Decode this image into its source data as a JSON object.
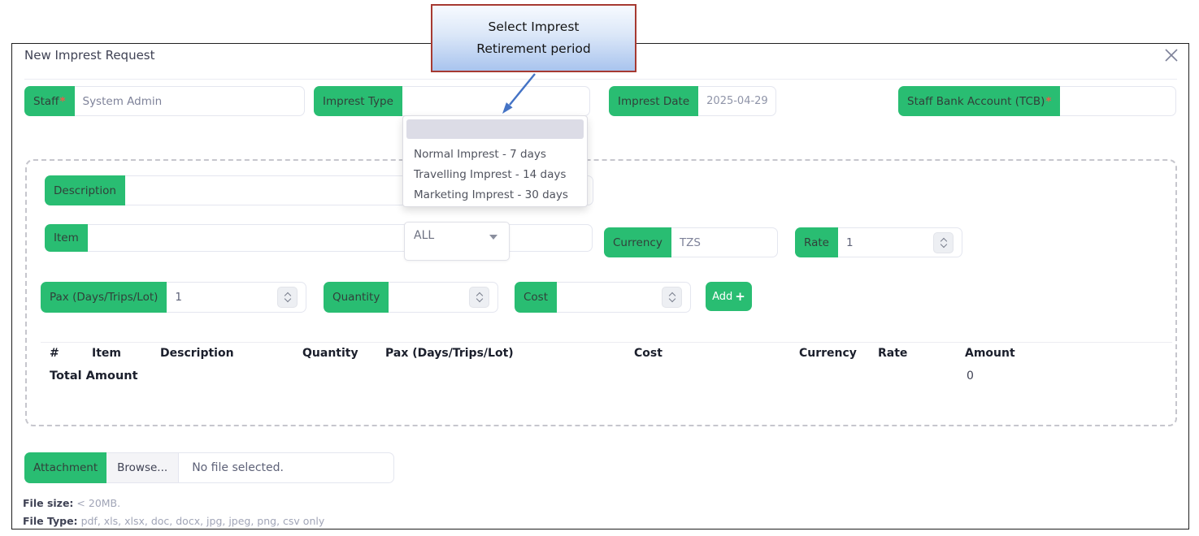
{
  "callout": {
    "line1": "Select Imprest",
    "line2": "Retirement period"
  },
  "modal": {
    "title": "New Imprest Request"
  },
  "fields": {
    "staff": {
      "label": "Staff",
      "required": "*",
      "value": "System Admin"
    },
    "imprest_type": {
      "label": "Imprest Type",
      "value": ""
    },
    "imprest_date": {
      "label": "Imprest Date",
      "value": "2025-04-29"
    },
    "bank_account": {
      "label": "Staff Bank Account (TCB)",
      "required": "*",
      "value": ""
    },
    "description": {
      "label": "Description",
      "value": ""
    },
    "item": {
      "label": "Item",
      "value": "",
      "filter_value": "ALL"
    },
    "currency": {
      "label": "Currency",
      "value": "TZS"
    },
    "rate": {
      "label": "Rate",
      "value": "1"
    },
    "pax": {
      "label": "Pax (Days/Trips/Lot)",
      "value": "1"
    },
    "quantity": {
      "label": "Quantity",
      "value": ""
    },
    "cost": {
      "label": "Cost",
      "value": ""
    }
  },
  "dropdown": {
    "options": [
      "",
      "Normal Imprest - 7 days",
      "Travelling Imprest - 14 days",
      "Marketing Imprest - 30 days"
    ]
  },
  "buttons": {
    "add_label": "Add",
    "add_plus": "+"
  },
  "table": {
    "headers": [
      "#",
      "Item",
      "Description",
      "Quantity",
      "Pax (Days/Trips/Lot)",
      "Cost",
      "Currency",
      "Rate",
      "Amount"
    ],
    "total_label": "Total Amount",
    "total_value": "0"
  },
  "attachment": {
    "label": "Attachment",
    "browse_label": "Browse...",
    "file_status": "No file selected."
  },
  "notes": {
    "file_size_label": "File size:",
    "file_size_value": "< 20MB.",
    "file_type_label": "File Type:",
    "file_type_value": "pdf, xls, xlsx, doc, docx, jpg, jpeg, png, csv only"
  },
  "colors": {
    "green": "#29bd72",
    "callout_border": "#a63a32",
    "arrow_blue": "#4473c5"
  }
}
